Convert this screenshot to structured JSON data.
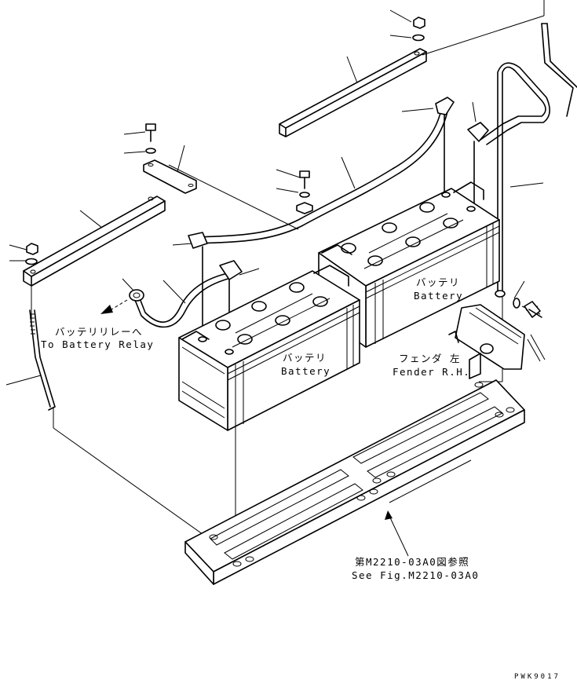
{
  "labels": {
    "battery_relay_jp": "バッテリリレーへ",
    "battery_relay_en": "To Battery Relay",
    "battery_left_jp": "バッテリ",
    "battery_left_en": "Battery",
    "battery_right_jp": "バッテリ",
    "battery_right_en": "Battery",
    "fender_jp": "フェンダ 左",
    "fender_en": "Fender R.H.",
    "see_fig_jp": "第M2210-03A0図参照",
    "see_fig_en": "See Fig.M2210-03A0"
  },
  "drawing_code": "PWK9017"
}
